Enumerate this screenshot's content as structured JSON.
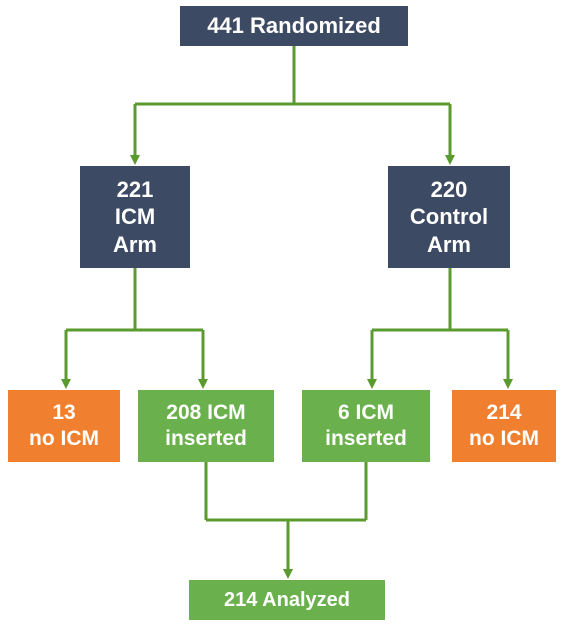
{
  "flowchart": {
    "randomized": "441 Randomized",
    "icm_arm": "221\nICM\nArm",
    "control_arm": "220\nControl\nArm",
    "icm_no_icm": "13\nno ICM",
    "icm_inserted": "208 ICM\ninserted",
    "control_icm_inserted": "6 ICM\ninserted",
    "control_no_icm": "214\nno ICM",
    "analyzed": "214 Analyzed"
  },
  "colors": {
    "navy": "#3d4a63",
    "orange": "#f08030",
    "green": "#6ab04c",
    "connector": "#5b9a2f"
  }
}
